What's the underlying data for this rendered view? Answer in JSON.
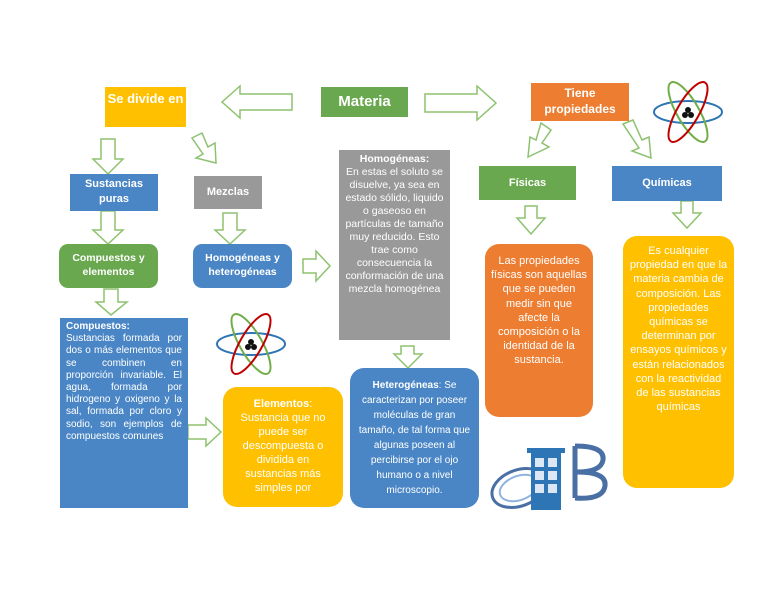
{
  "colors": {
    "green": "#6aa84f",
    "yellow": "#ffc000",
    "orange": "#ed7d31",
    "blue": "#5b9bd5",
    "blue_dark": "#4a86c5",
    "gray": "#999999",
    "arrow_stroke": "#8dc26f"
  },
  "nodes": {
    "materia": "Materia",
    "se_divide": "Se divide en",
    "tiene_prop": "Tiene propiedades",
    "sust_puras": "Sustancias puras",
    "mezclas": "Mezclas",
    "comp_elem": "Compuestos y elementos",
    "homo_hetero": "Homogéneas y heterogéneas",
    "fisicas": "Físicas",
    "quimicas": "Químicas"
  },
  "text": {
    "homogeneas_title": "Homogéneas:",
    "homogeneas_body": "En estas el soluto se disuelve, ya sea en estado sólido, liquido o gaseoso en partículas de tamaño muy reducido. Esto trae como consecuencia la conformación de una mezcla homogénea",
    "compuestos_title": "Compuestos:",
    "compuestos_body": "Sustancias formada por dos o más elementos que se combinen en proporción invariable. El agua, formada por hidrogeno y oxigeno y la sal, formada por cloro y sodio, son ejemplos de compuestos comunes",
    "elementos_title": "Elementos",
    "elementos_colon": ":",
    "elementos_body": "Sustancia que no puede ser descompuesta o dividida en sustancias más simples por",
    "heterogeneas_title": "Heterogéneas",
    "heterogeneas_colon": ": Se",
    "heterogeneas_body": "caracterizan por poseer moléculas de gran tamaño, de tal forma que algunas poseen al percibirse por el ojo humano o a nivel microscopio.",
    "fisicas_body": "Las propiedades físicas son aquellas que se pueden medir sin que afecte la composición o la identidad de la sustancia.",
    "quimicas_body": "Es cualquier propiedad en que la materia cambia de composición. Las propiedades químicas se determinan por ensayos químicos y están relacionados con la reactividad de las sustancias químicas"
  },
  "icons": [
    "atom-icon",
    "atom-icon",
    "lab-flask-icon"
  ]
}
